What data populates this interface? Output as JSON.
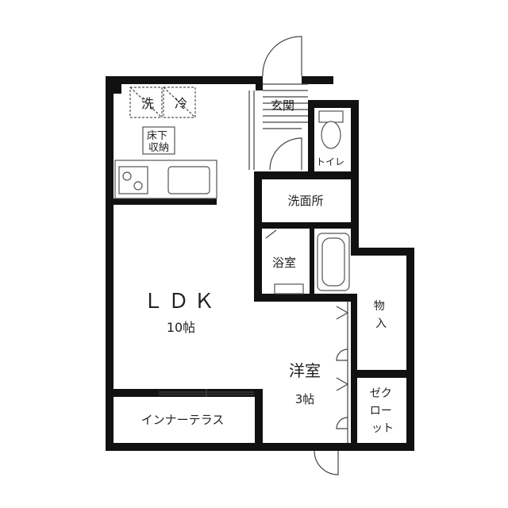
{
  "rooms": {
    "ldk": {
      "label": "ＬＤＫ",
      "size": "10帖"
    },
    "western_room": {
      "label": "洋室",
      "size": "3帖"
    },
    "entrance": {
      "label": "玄関"
    },
    "toilet": {
      "label": "トイレ"
    },
    "washroom": {
      "label": "洗面所"
    },
    "bathroom": {
      "label": "浴室"
    },
    "storage": {
      "label": "物入"
    },
    "closet": {
      "label": "ゼクロー\nゼット"
    },
    "inner_terrace": {
      "label": "インナーテラス"
    }
  },
  "fixtures": {
    "washer": "洗",
    "fridge": "冷",
    "underfloor_storage": "床下\n収納"
  }
}
